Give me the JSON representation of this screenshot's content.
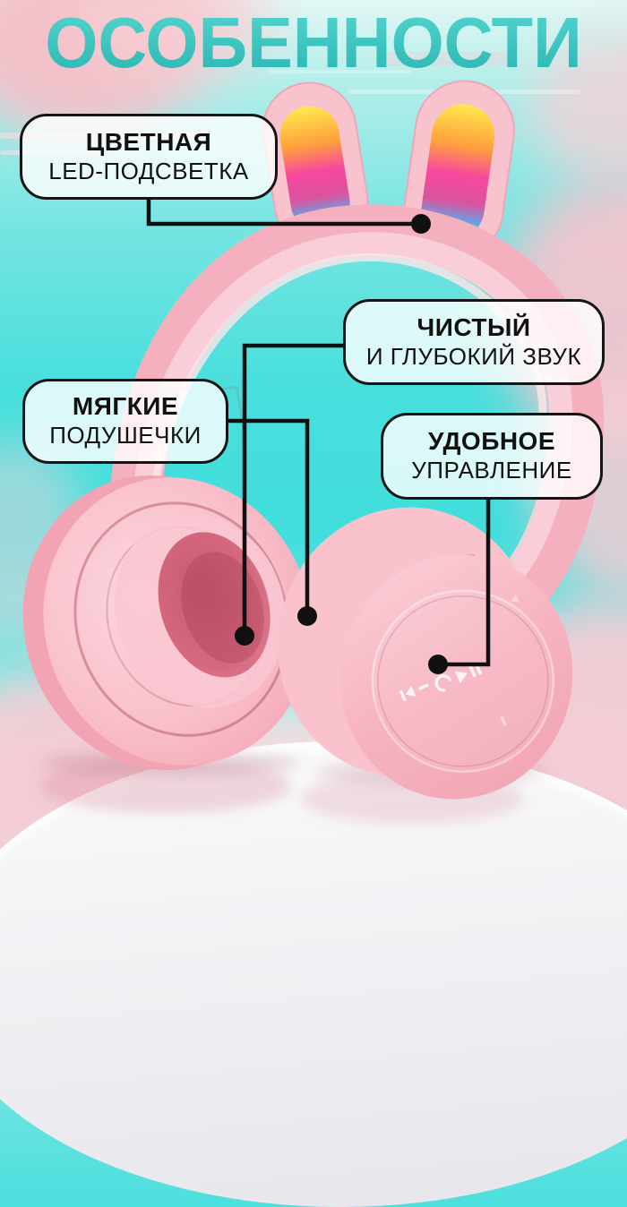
{
  "title": "ОСОБЕННОСТИ",
  "callouts": {
    "led": {
      "line1": "ЦВЕТНАЯ",
      "line2": "LED-ПОДСВЕТКА"
    },
    "sound": {
      "line1": "ЧИСТЫЙ",
      "line2": "И ГЛУБОКИЙ ЗВУК"
    },
    "cushions": {
      "line1": "МЯГКИЕ",
      "line2": "ПОДУШЕЧКИ"
    },
    "controls": {
      "line1": "УДОБНОЕ",
      "line2": "УПРАВЛЕНИЕ"
    }
  },
  "product": {
    "description": "pink wireless bunny-ear headphones with rainbow LED ears on white podium",
    "icons": [
      "playback-controls-icon",
      "callout-pointer-dot"
    ]
  },
  "colors": {
    "accent_teal": "#2fbcb8",
    "background_cyan": "#48dfdd",
    "cloud_pink": "#f6c8d1",
    "product_pink": "#f8b9c6",
    "led_yellow": "#ffe94f",
    "led_orange": "#ff9d3e",
    "led_pink": "#f8479f",
    "led_blue": "#52c4f4",
    "callout_border": "#151515",
    "connector_line": "#101010"
  }
}
